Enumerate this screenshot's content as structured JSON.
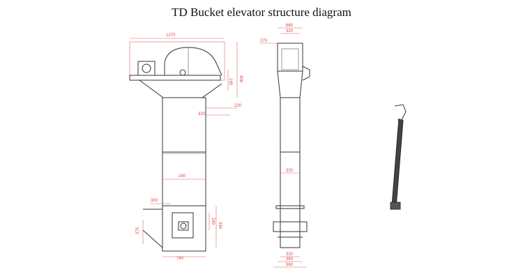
{
  "title": "TD Bucket elevator structure diagram",
  "labels": {
    "head_width": "1270",
    "head_height": "406",
    "outlet_height": "185",
    "outlet_offset": "220",
    "casing_offset": "320",
    "casing_width": "240",
    "inlet_width": "300",
    "inlet_height": "375",
    "window_height": "240",
    "boot_height": "334",
    "base_width": "740",
    "side_top_1": "660",
    "side_top_2": "320",
    "side_offset": "270",
    "side_width": "320",
    "side_bottom_1": "320",
    "side_bottom_2": "360",
    "side_bottom_3": "560"
  }
}
